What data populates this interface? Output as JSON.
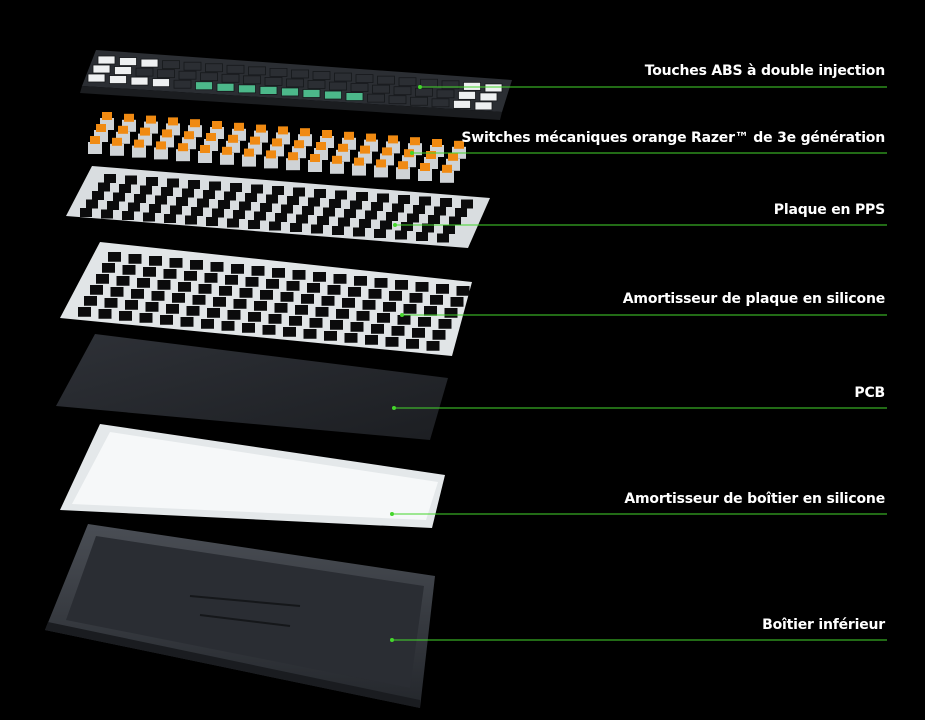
{
  "colors": {
    "background": "#000000",
    "accent": "#44d62c",
    "label_text": "#ffffff"
  },
  "callouts": [
    {
      "label": "Touches ABS à double injection"
    },
    {
      "label": "Switches mécaniques orange Razer™ de 3e génération"
    },
    {
      "label": "Plaque en PPS"
    },
    {
      "label": "Amortisseur de plaque en silicone"
    },
    {
      "label": "PCB"
    },
    {
      "label": "Amortisseur de boîtier en silicone"
    },
    {
      "label": "Boîtier inférieur"
    }
  ]
}
